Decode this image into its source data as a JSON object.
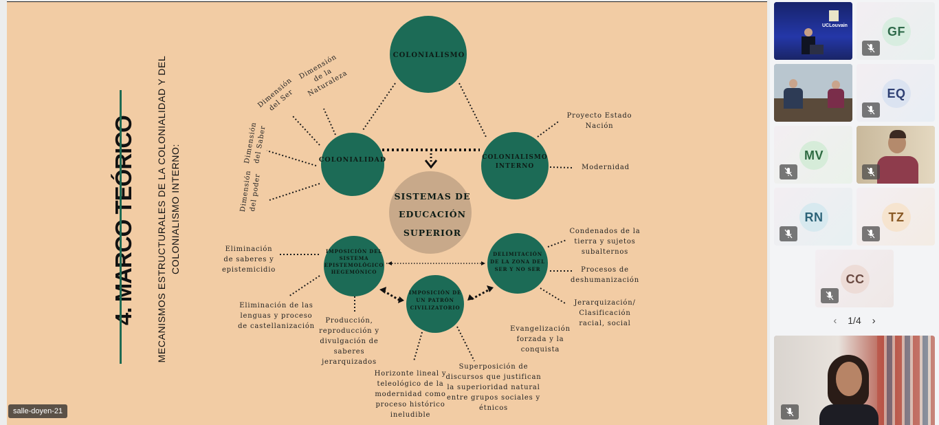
{
  "slide": {
    "title": "4. MARCO TEÓRICO",
    "subtitle_line1": "MECANISMOS ESTRUCTURALES DE LA COLONIALIDAD Y DEL",
    "subtitle_line2": "COLONIALISMO INTERNO:",
    "nodes": {
      "colonialismo": "COLONIALISMO",
      "colonialidad": "COLONIALIDAD",
      "colonialismo_interno_1": "COLONIALISMO",
      "colonialismo_interno_2": "INTERNO",
      "sistemas_1": "SISTEMAS DE",
      "sistemas_2": "EDUCACIÓN",
      "sistemas_3": "SUPERIOR",
      "imposicion_sistema": "IMPOSICIÓN DEL\nSISTEMA\nEPISTEMOLÓGICO\nHEGEMÓNICO",
      "delimitacion": "DELIMITACIÓN\nDE LA ZONA DEL\nSER Y NO SER",
      "imposicion_patron": "IMPOSICIÓN DE\nUN PATRÓN\nCIVILIZATORIO"
    },
    "labels": {
      "dim_ser": "Dimensión\ndel Ser",
      "dim_naturaleza": "Dimensión\nde la\nNaturaleza",
      "dim_saber": "Dimensión\ndel Saber",
      "dim_poder": "Dimensión\ndel poder",
      "proyecto": "Proyecto Estado\nNación",
      "modernidad": "Modernidad",
      "eliminacion_saberes": "Eliminación\nde saberes y\nepistemicidio",
      "eliminacion_lenguas": "Eliminación de las\nlenguas y proceso\nde castellanización",
      "produccion": "Producción,\nreproducción y\ndivulgación de\nsaberes\njerarquizados",
      "horizonte": "Horizonte lineal y\nteleológico de la\nmodernidad como\nproceso histórico\nineludible",
      "superposicion": "Superposición de\ndiscursos que justifican\nla superioridad natural\nentre grupos sociales y\nétnicos",
      "evangelizacion": "Evangelización\nforzada y la\nconquista",
      "condenados": "Condenados de la\ntierra y sujetos\nsubalternos",
      "procesos": "Procesos de\ndeshumanización",
      "jerarquizacion": "Jerarquización/\nClasificación\nracial, social"
    },
    "colors": {
      "node": "#1c6b56",
      "center": "#c8a98a",
      "background": "#f2cca4"
    }
  },
  "presenter_tag": "salle-doyen-21",
  "sidebar": {
    "participants": [
      {
        "initials": "GF",
        "avatar_bg": "#d8ede0",
        "text": "#2f6b4b"
      },
      {
        "initials": "EQ",
        "avatar_bg": "#dbe3f1",
        "text": "#2e3f73"
      },
      {
        "initials": "MV",
        "avatar_bg": "#d6ecd9",
        "text": "#2f6b42"
      },
      {
        "initials": "RN",
        "avatar_bg": "#d7e9ef",
        "text": "#2c6378"
      },
      {
        "initials": "TZ",
        "avatar_bg": "#f6e4cf",
        "text": "#8a5a26"
      },
      {
        "initials": "CC",
        "avatar_bg": "#eddcd7",
        "text": "#6b4a42"
      }
    ],
    "video_label": "UCLouvain",
    "page": "1/4"
  }
}
